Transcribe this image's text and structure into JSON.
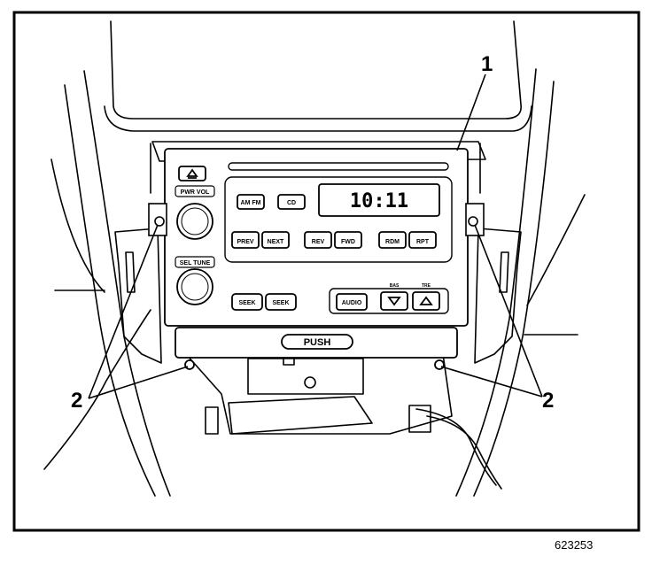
{
  "callouts": {
    "radio": "1",
    "fasteners_left": "2",
    "fasteners_right": "2"
  },
  "radio": {
    "pwr_vol": "PWR VOL",
    "sel_tune": "SEL TUNE",
    "am_fm": "AM FM",
    "cd": "CD",
    "clock": "10:11",
    "preset_1": "PREV",
    "preset_2": "NEXT",
    "preset_3": "REV",
    "preset_4": "FWD",
    "preset_5": "RDM",
    "preset_6": "RPT",
    "seek_left": "SEEK",
    "seek_right": "SEEK",
    "audio": "AUDIO",
    "bass_label": "BAS",
    "treble_label": "TRE",
    "push": "PUSH"
  },
  "figure_id": "623253"
}
